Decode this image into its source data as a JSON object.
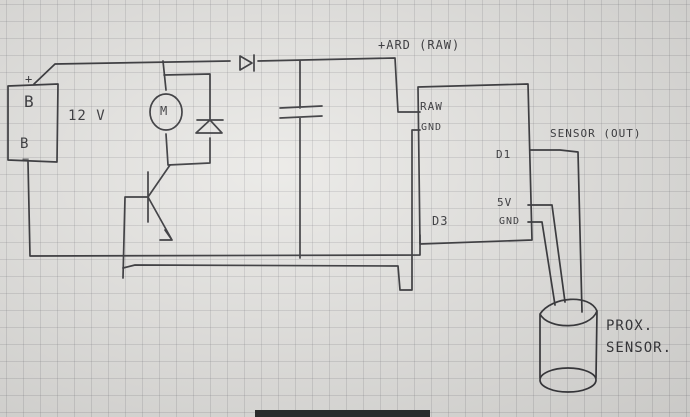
{
  "labels": {
    "battery_plus": "+",
    "battery_top": "B",
    "battery_bottom": "B",
    "battery_minus": "−",
    "voltage": "12 V",
    "motor": "M",
    "ard_raw": "+ARD (RAW)",
    "pin_raw": "RAW",
    "pin_gnd_left": "GND",
    "pin_d3": "D3",
    "pin_d1": "D1",
    "pin_5v": "5V",
    "pin_gnd_right": "GND",
    "sensor_out": "SENSOR (OUT)",
    "prox_line1": "PROX.",
    "prox_line2": "SENSOR."
  },
  "colors": {
    "ink": "#2c2c30",
    "paper": "#e9e8e5",
    "grid": "#9a9aa0"
  }
}
